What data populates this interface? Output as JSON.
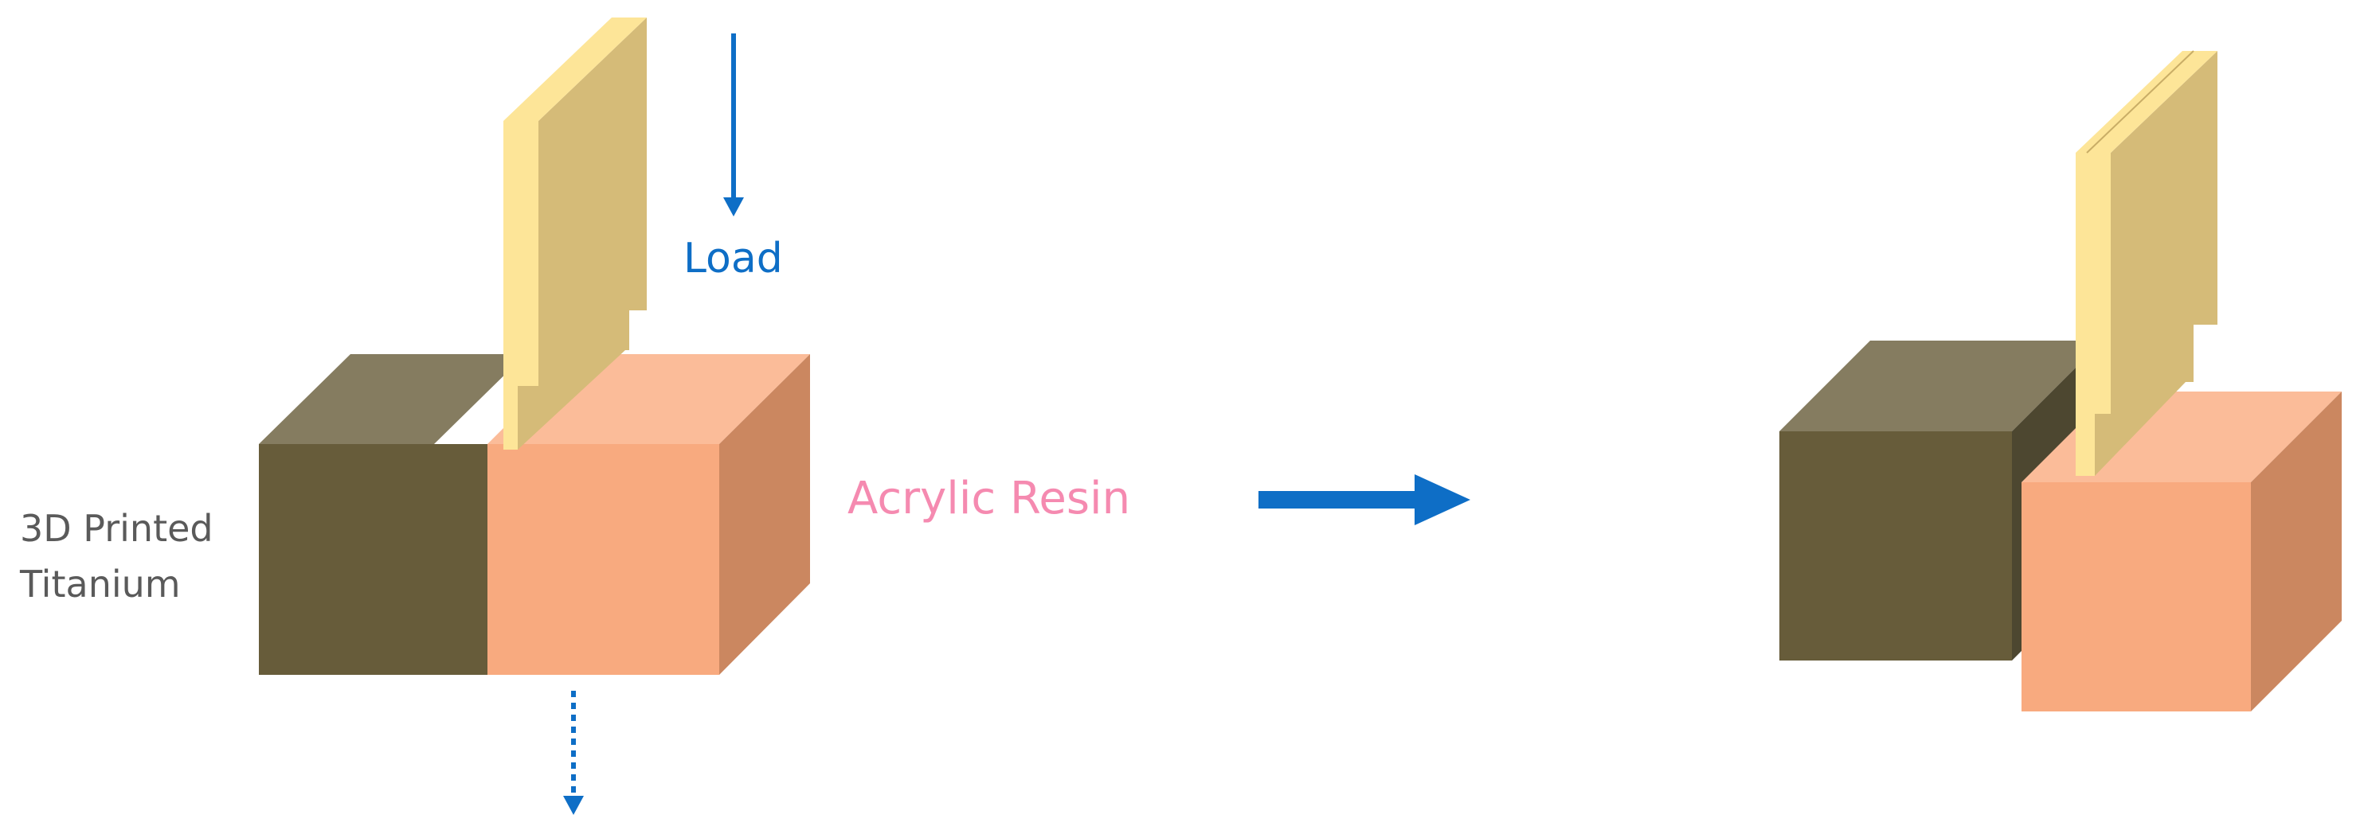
{
  "labels": {
    "load": "Load",
    "material_left_line1": "3D Printed",
    "material_left_line2": "Titanium",
    "material_right": "Acrylic Resin"
  },
  "colors": {
    "titanium_front": "#675c3a",
    "titanium_top": "#857c60",
    "titanium_side": "#4d4730",
    "resin_front": "#f8aa7f",
    "resin_top": "#fbbc99",
    "resin_side": "#cb8760",
    "blade_front": "#d5bb78",
    "blade_edge": "#fde598",
    "arrow": "#0e6ec6",
    "load_text": "#0e6ec6",
    "resin_text": "#f58ab0",
    "titanium_text": "#5a5a5a"
  }
}
